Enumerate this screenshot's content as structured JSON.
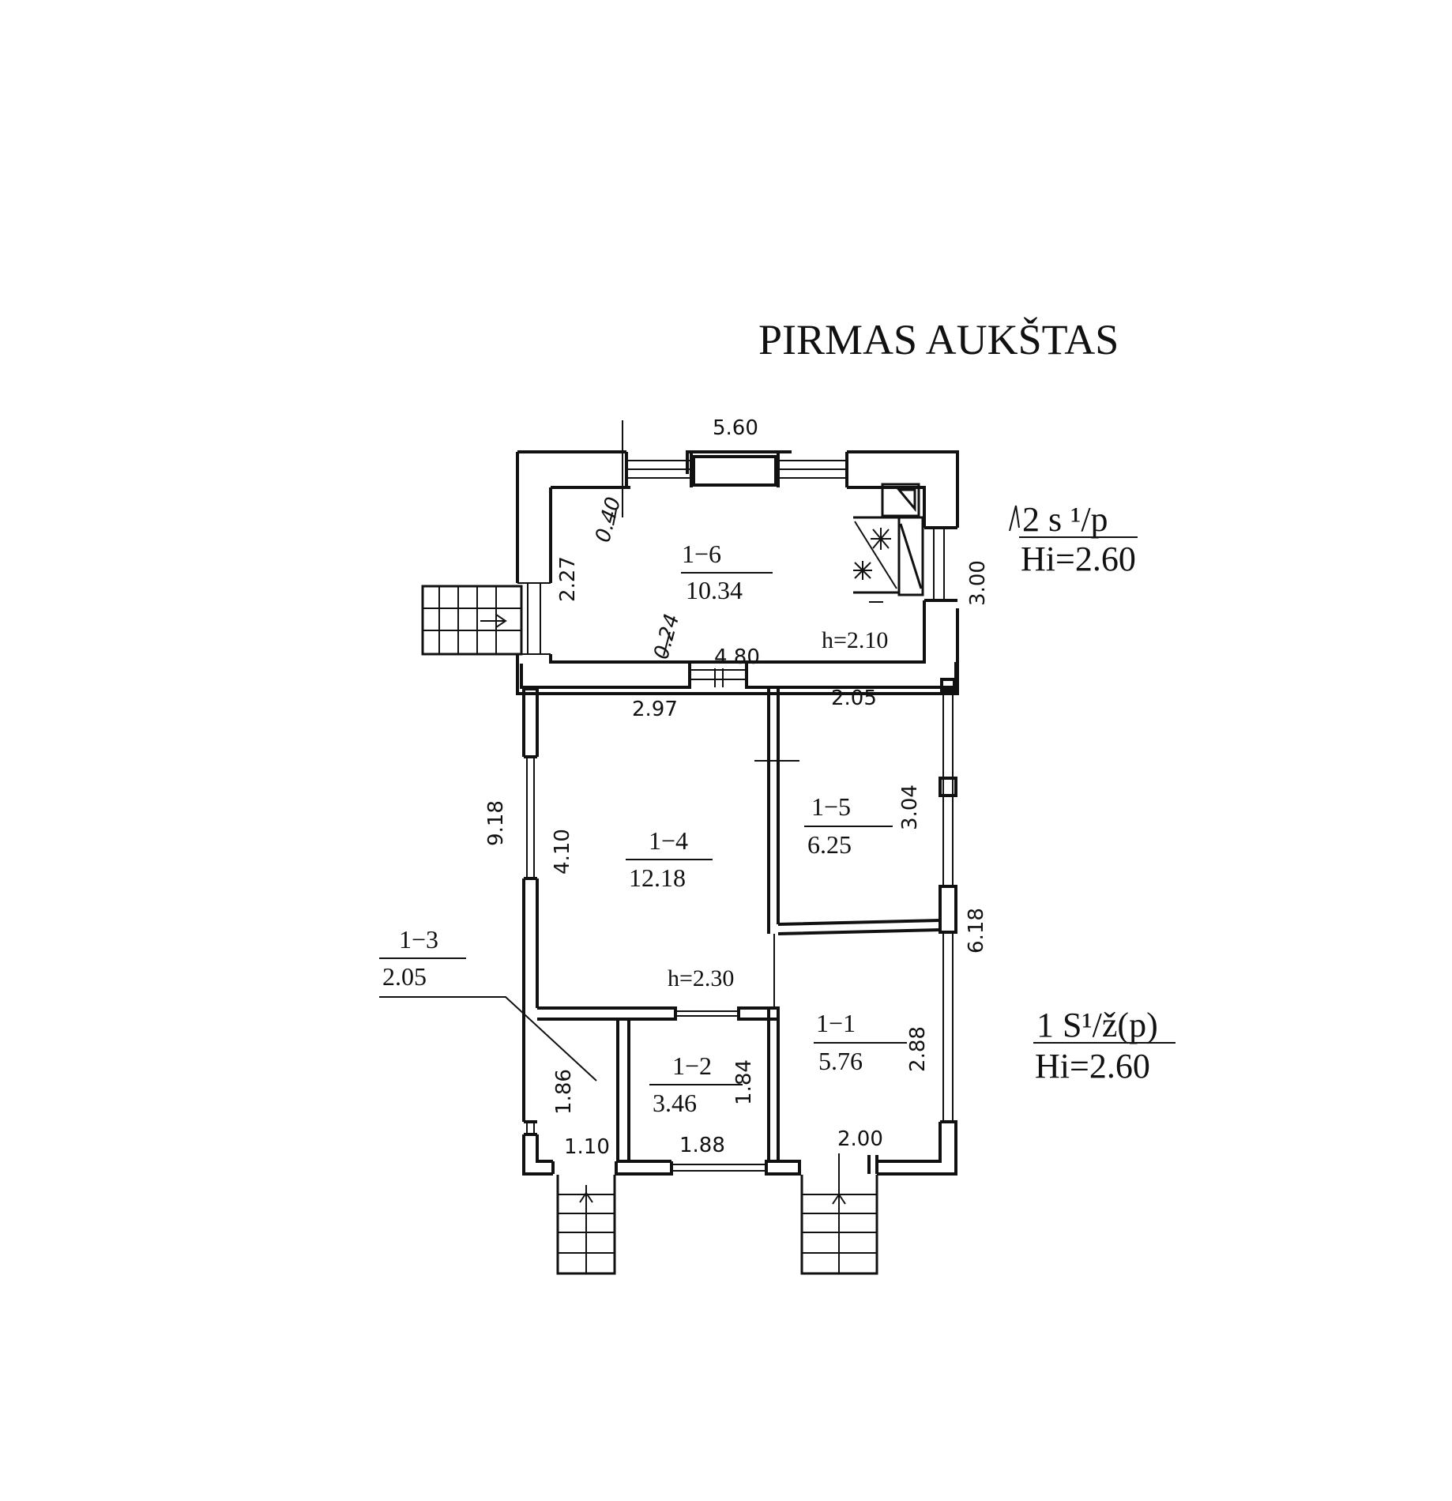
{
  "title": "PIRMAS AUKŠTAS",
  "annotations": {
    "upper_code": "2 s ¹/p",
    "upper_height": "Hi=2.60",
    "lower_code": "1 S¹/ž(p)",
    "lower_height": "Hi=2.60"
  },
  "rooms": [
    {
      "id": "1−6",
      "area": "10.34"
    },
    {
      "id": "1−5",
      "area": "6.25"
    },
    {
      "id": "1−4",
      "area": "12.18"
    },
    {
      "id": "1−3",
      "area": "2.05"
    },
    {
      "id": "1−2",
      "area": "3.46"
    },
    {
      "id": "1−1",
      "area": "5.76"
    }
  ],
  "heights": {
    "upper": "h=2.10",
    "lower": "h=2.30"
  },
  "dimensions": {
    "top_width": "5.60",
    "inner_width_1_6": "4.80",
    "right_upper": "3.00",
    "left_1_6": "2.27",
    "wall_040": "0.40",
    "wall_024": "0.24",
    "width_1_4": "2.97",
    "width_1_5": "2.05",
    "depth_1_5": "3.04",
    "total_left": "9.18",
    "depth_1_4": "4.10",
    "right_lower": "6.18",
    "depth_1_1": "2.88",
    "depth_1_3": "1.86",
    "depth_1_2": "1.84",
    "width_1_3": "1.10",
    "width_1_2": "1.88",
    "width_1_1": "2.00"
  }
}
